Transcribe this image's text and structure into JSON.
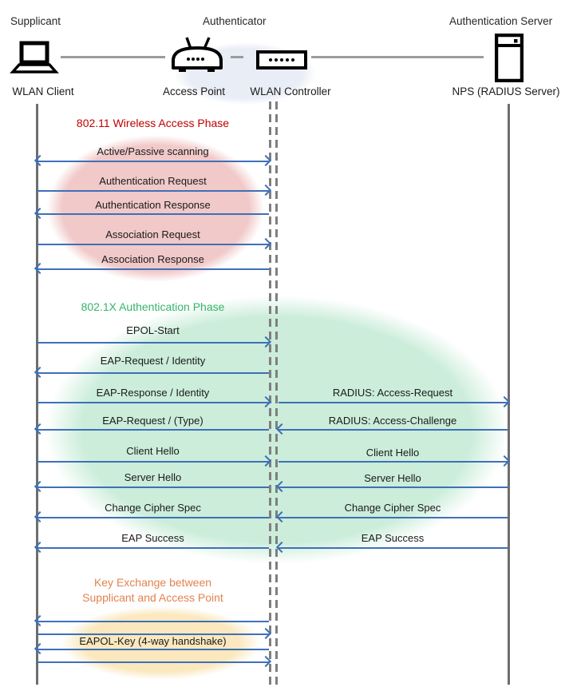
{
  "actors": {
    "supplicant": {
      "role": "Supplicant",
      "device": "WLAN Client"
    },
    "authenticator": {
      "role": "Authenticator",
      "access_point": "Access Point",
      "controller": "WLAN Controller"
    },
    "auth_server": {
      "role": "Authentication Server",
      "device": "NPS (RADIUS Server)"
    }
  },
  "phases": {
    "wireless_access": {
      "title": "802.11 Wireless Access Phase",
      "color": "#C00000",
      "ellipse_color": "#F1C9C9"
    },
    "authentication": {
      "title": "802.1X Authentication Phase",
      "color": "#35B46A",
      "ellipse_color": "#CBEDDA"
    },
    "key_exchange": {
      "title_line1": "Key Exchange between",
      "title_line2": "Supplicant and Access Point",
      "color": "#E2834E",
      "ellipse_color": "#FBE8BE"
    }
  },
  "messages": {
    "left": [
      {
        "label": "Active/Passive scanning",
        "direction": "both"
      },
      {
        "label": "Authentication Request",
        "direction": "right"
      },
      {
        "label": "Authentication Response",
        "direction": "left"
      },
      {
        "label": "Association Request",
        "direction": "right"
      },
      {
        "label": "Association Response",
        "direction": "left"
      },
      {
        "label": "EPOL-Start",
        "direction": "right"
      },
      {
        "label": "EAP-Request / Identity",
        "direction": "left"
      },
      {
        "label": "EAP-Response / Identity",
        "direction": "right"
      },
      {
        "label": "EAP-Request / (Type)",
        "direction": "left"
      },
      {
        "label": "Client Hello",
        "direction": "right"
      },
      {
        "label": "Server Hello",
        "direction": "left"
      },
      {
        "label": "Change Cipher Spec",
        "direction": "left"
      },
      {
        "label": "EAP Success",
        "direction": "left"
      },
      {
        "label": "",
        "direction": "left"
      },
      {
        "label": "",
        "direction": "right"
      },
      {
        "label": "EAPOL-Key (4-way handshake)",
        "direction": "left"
      },
      {
        "label": "",
        "direction": "right"
      }
    ],
    "right": [
      {
        "label": "RADIUS: Access-Request",
        "direction": "right"
      },
      {
        "label": "RADIUS: Access-Challenge",
        "direction": "left"
      },
      {
        "label": "Client Hello",
        "direction": "right"
      },
      {
        "label": "Server Hello",
        "direction": "left"
      },
      {
        "label": "Change Cipher Spec",
        "direction": "left"
      },
      {
        "label": "EAP Success",
        "direction": "left"
      }
    ]
  },
  "palette": {
    "arrow_blue": "#3E70B8",
    "lifeline_gray": "#6e6e6e",
    "dashed_lifeline_gray": "#7f7f7f",
    "connector_gray": "#9c9c9c",
    "authenticator_halo": "#E9EDF6"
  }
}
